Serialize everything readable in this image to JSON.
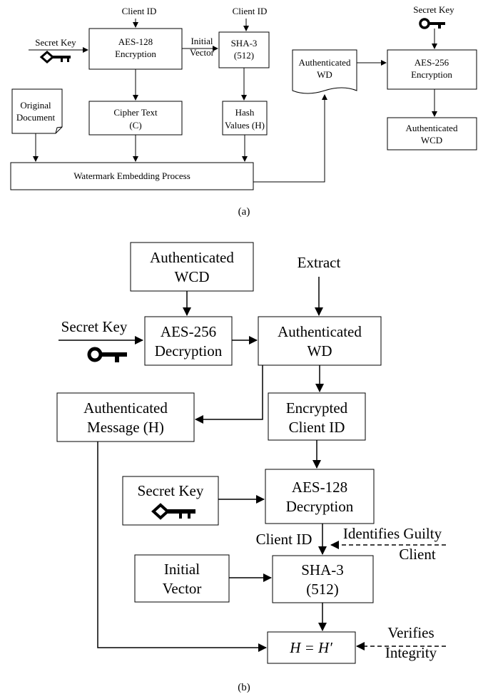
{
  "diagram_a": {
    "client_id_1": "Client ID",
    "client_id_2": "Client ID",
    "secret_key_left": "Secret Key",
    "secret_key_right": "Secret Key",
    "aes128_enc": [
      "AES-128",
      "Encryption"
    ],
    "initial_vector": [
      "Initial",
      "Vector"
    ],
    "sha3": [
      "SHA-3",
      "(512)"
    ],
    "original_document": [
      "Original",
      "Document"
    ],
    "cipher_text": [
      "Cipher Text",
      "(C)"
    ],
    "hash_values": [
      "Hash",
      "Values (H)"
    ],
    "authenticated_wd": [
      "Authenticated",
      "WD"
    ],
    "aes256_enc": [
      "AES-256",
      "Encryption"
    ],
    "authenticated_wcd": [
      "Authenticated",
      "WCD"
    ],
    "watermark_process": "Watermark Embedding Process",
    "caption": "(a)"
  },
  "diagram_b": {
    "authenticated_wcd": [
      "Authenticated",
      "WCD"
    ],
    "extract": "Extract",
    "secret_key_1": "Secret Key",
    "aes256_dec": [
      "AES-256",
      "Decryption"
    ],
    "authenticated_wd": [
      "Authenticated",
      "WD"
    ],
    "authenticated_message": [
      "Authenticated",
      "Message (H)"
    ],
    "encrypted_client_id": [
      "Encrypted",
      "Client ID"
    ],
    "secret_key_2": "Secret Key",
    "aes128_dec": [
      "AES-128",
      "Decryption"
    ],
    "client_id": "Client ID",
    "identifies_guilty": [
      "Identifies Guilty",
      "Client"
    ],
    "initial_vector": [
      "Initial",
      "Vector"
    ],
    "sha3": [
      "SHA-3",
      "(512)"
    ],
    "h_equals": "H = H′",
    "verifies_integrity": [
      "Verifies",
      "Integrity"
    ],
    "caption": "(b)"
  }
}
